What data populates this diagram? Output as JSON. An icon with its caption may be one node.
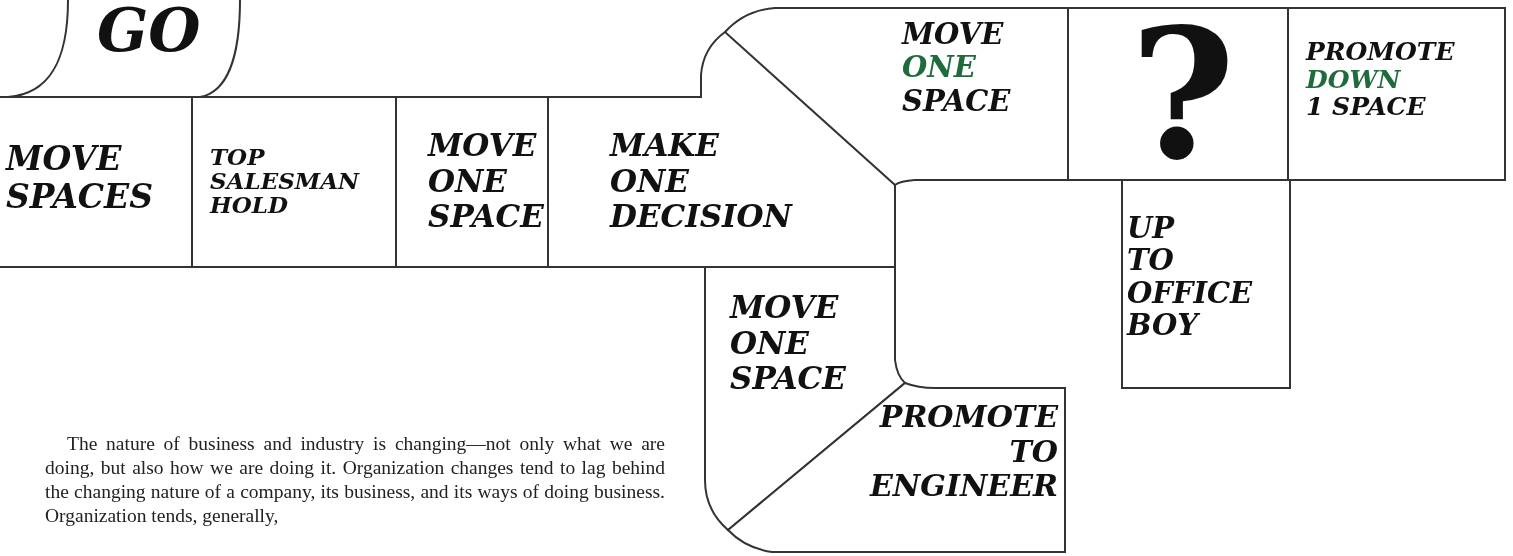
{
  "diagram": {
    "nodes": [
      {
        "text": [
          "GO"
        ]
      },
      {
        "text": [
          "MOVE SPACES"
        ]
      },
      {
        "text": [
          "TOP SALESMAN HOLD"
        ]
      },
      {
        "text": [
          "MOVE ONE SPACE"
        ]
      },
      {
        "text": [
          "MAKE ONE DECISION"
        ]
      },
      {
        "text": [
          "MOVE",
          "ONE",
          "SPACE"
        ]
      },
      {
        "text": [
          "?"
        ]
      },
      {
        "text": [
          "PROMOTE",
          "DOWN",
          "1 SPACE"
        ]
      },
      {
        "text": [
          "UP TO OFFICE BOY"
        ]
      },
      {
        "text": [
          "MOVE ONE SPACE"
        ]
      },
      {
        "text": [
          "PROMOTE TO ENGINEER"
        ]
      }
    ],
    "labels": [
      "The nature of business and industry is changing—not only what we are doing, but also how we are doing it. Organization changes tend to lag behind the changing nature of a company, its business, and its ways of doing business. Organization tends, generally,"
    ]
  }
}
